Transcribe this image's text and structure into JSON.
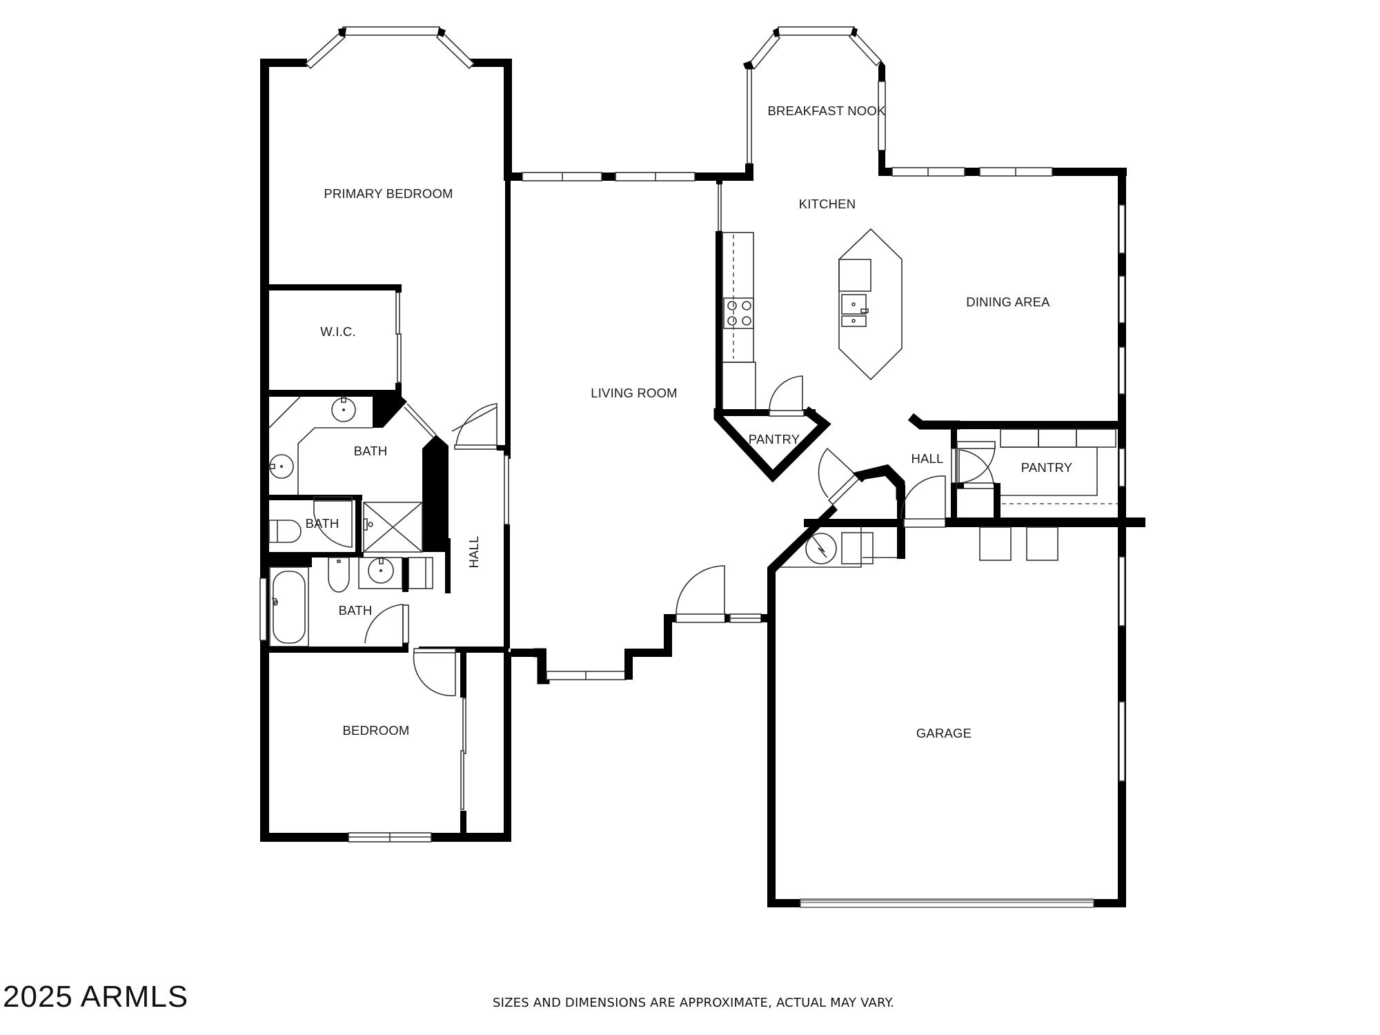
{
  "floor_plan": {
    "rooms": [
      {
        "id": "primary-bedroom",
        "label": "PRIMARY BEDROOM"
      },
      {
        "id": "wic",
        "label": "W.I.C."
      },
      {
        "id": "primary-bath",
        "label": "BATH"
      },
      {
        "id": "toilet-room",
        "label": "BATH"
      },
      {
        "id": "hall-bath",
        "label": "BATH"
      },
      {
        "id": "bedroom",
        "label": "BEDROOM"
      },
      {
        "id": "hall-west",
        "label": "HALL"
      },
      {
        "id": "living-room",
        "label": "LIVING ROOM"
      },
      {
        "id": "breakfast-nook",
        "label": "BREAKFAST NOOK"
      },
      {
        "id": "kitchen",
        "label": "KITCHEN"
      },
      {
        "id": "dining-area",
        "label": "DINING AREA"
      },
      {
        "id": "kitchen-pantry",
        "label": "PANTRY"
      },
      {
        "id": "hall-east",
        "label": "HALL"
      },
      {
        "id": "laundry-pantry",
        "label": "PANTRY"
      },
      {
        "id": "garage",
        "label": "GARAGE"
      }
    ],
    "fixtures": [
      "range-icon",
      "island-sink-icon",
      "water-heater-icon",
      "bathtub-icon",
      "shower-icon",
      "toilet-icon",
      "sink-icon",
      "garage-door-icon"
    ]
  },
  "footer": {
    "watermark": "2025 ARMLS",
    "disclaimer": "SIZES AND DIMENSIONS ARE APPROXIMATE, ACTUAL MAY VARY."
  },
  "colors": {
    "wall": "#000000",
    "background": "#ffffff",
    "text": "#1a1a1a"
  }
}
